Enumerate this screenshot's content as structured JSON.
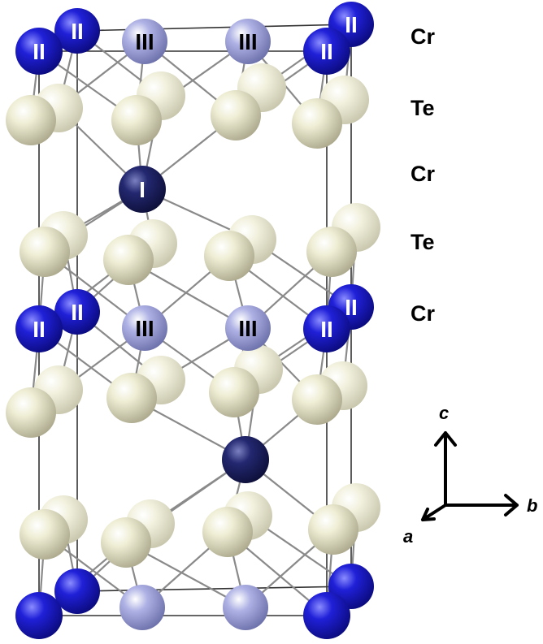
{
  "layer_labels": {
    "cr_top": "Cr",
    "te_upper": "Te",
    "cr_middle": "Cr",
    "te_lower": "Te",
    "cr_lower": "Cr"
  },
  "axes": {
    "c": "c",
    "b": "b",
    "a": "a"
  },
  "site_labels": {
    "one": "I",
    "two": "II",
    "three": "III"
  },
  "colors": {
    "cr_site_I": "#1b1f5c",
    "cr_site_II": "#1414c8",
    "cr_site_III": "#9ea2d8",
    "te": "#e7e5c6",
    "bond": "#8a8a8a",
    "cell_edge": "#333333"
  }
}
